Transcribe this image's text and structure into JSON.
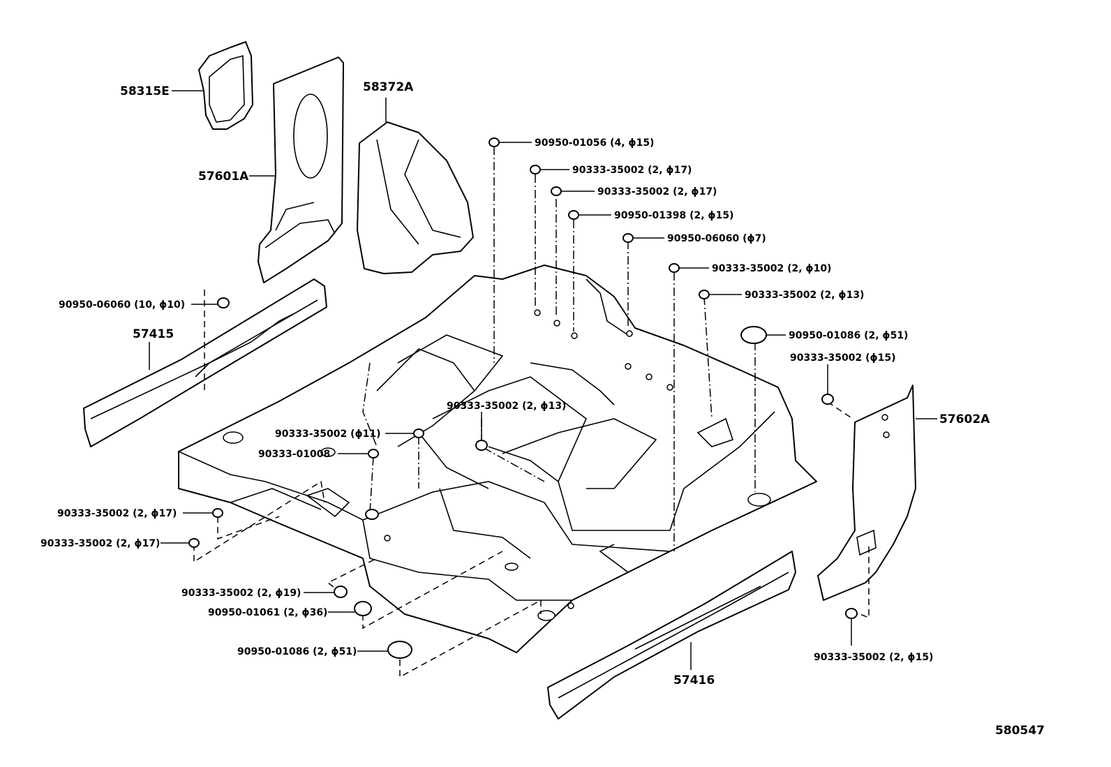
{
  "diagram": {
    "parts": {
      "p58315E": "58315E",
      "p57601A": "57601A",
      "p58372A": "58372A",
      "p57415": "57415",
      "p57416": "57416",
      "p57602A": "57602A"
    },
    "fasteners": {
      "f1": "90950-01056 (4, ϕ15)",
      "f2": "90333-35002 (2, ϕ17)",
      "f3": "90333-35002 (2, ϕ17)",
      "f4": "90950-01398 (2, ϕ15)",
      "f5": "90950-06060  (ϕ7)",
      "f6": "90333-35002 (2, ϕ10)",
      "f7": "90333-35002 (2, ϕ13)",
      "f8": "90950-01086 (2, ϕ51)",
      "f9": "90333-35002 (ϕ15)",
      "f10": "90950-06060  (10, ϕ10)",
      "f11": "90333-35002 (2, ϕ13)",
      "f12": "90333-35002 (ϕ11)",
      "f13": "90333-01008",
      "f14": "90333-35002 (2, ϕ17)",
      "f15": "90333-35002 (2, ϕ17)",
      "f16": "90333-35002 (2, ϕ19)",
      "f17": "90950-01061 (2, ϕ36)",
      "f18": "90950-01086 (2, ϕ51)",
      "f19": "90333-35002 (2, ϕ15)"
    },
    "figure_number": "580547"
  }
}
